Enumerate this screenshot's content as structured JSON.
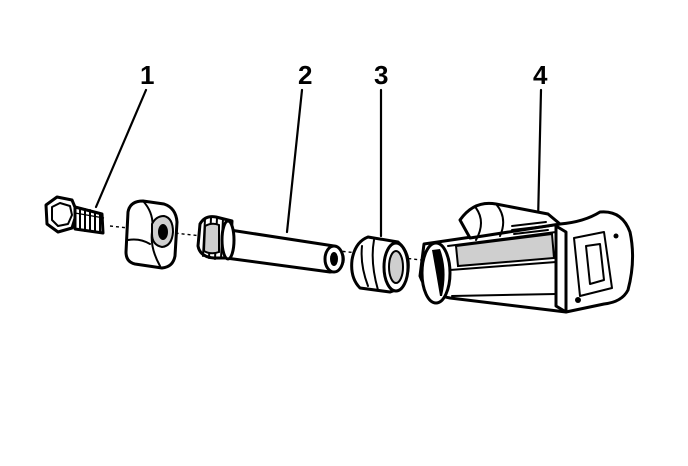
{
  "diagram": {
    "callouts": [
      {
        "id": "1",
        "label": "1"
      },
      {
        "id": "2",
        "label": "2"
      },
      {
        "id": "3",
        "label": "3"
      },
      {
        "id": "4",
        "label": "4"
      }
    ],
    "colors": {
      "ink": "#000000",
      "paper": "#ffffff",
      "shade": "#cfcfcf"
    },
    "parts": [
      {
        "callout": "1",
        "kind": "bolt"
      },
      {
        "callout": "none",
        "kind": "grommet"
      },
      {
        "callout": "2",
        "kind": "valve-stem"
      },
      {
        "callout": "3",
        "kind": "seal-ring"
      },
      {
        "callout": "4",
        "kind": "sensor-housing"
      }
    ]
  }
}
